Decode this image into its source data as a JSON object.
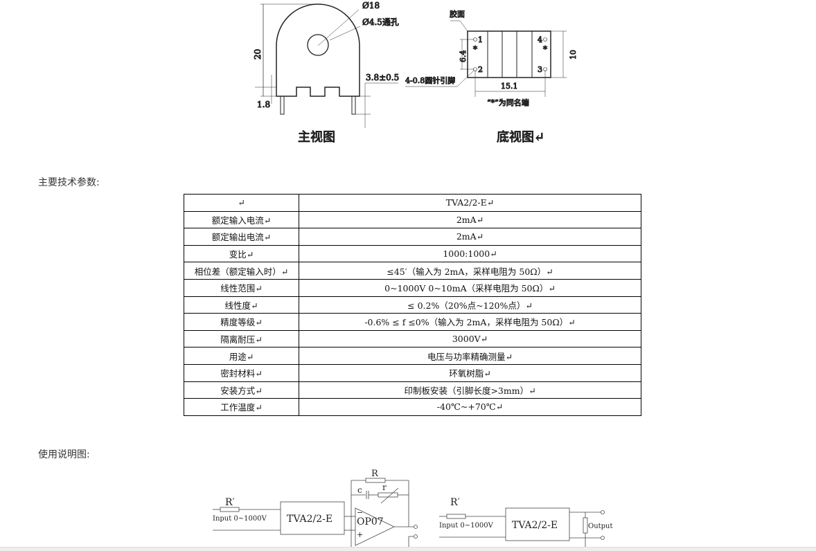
{
  "drawings": {
    "front": {
      "title": "主视图",
      "dim_height": "20",
      "dim_diameter": "Ø18",
      "dim_hole": "Ø4.5通孔",
      "dim_pin": "3.8±0.5",
      "dim_base": "1.8"
    },
    "bottom": {
      "title": "底视图↵",
      "glue_face": "胶面",
      "pins_label": "4-0.8圆针引脚",
      "dim_pitch": "6.4",
      "dim_height": "10",
      "dim_width": "15.1",
      "polarity_note": "“*”为同名端",
      "pin1": "1",
      "pin2": "2",
      "pin3": "3",
      "pin4": "4",
      "star": "*"
    }
  },
  "specs_heading": "主要技术参数:",
  "table": {
    "header": [
      "↵",
      "TVA2/2-E↵"
    ],
    "rows": [
      [
        "额定输入电流↵",
        "2mA↵"
      ],
      [
        "额定输出电流↵",
        "2mA↵"
      ],
      [
        "变比↵",
        "1000:1000↵"
      ],
      [
        "相位差（额定输入时）↵",
        "≤45′（输入为 2mA，采样电阻为 50Ω）↵"
      ],
      [
        "线性范围↵",
        "0~1000V            0~10mA（采样电阻为 50Ω）↵"
      ],
      [
        "线性度↵",
        "≤ 0.2%（20%点~120%点）↵"
      ],
      [
        "精度等级↵",
        "-0.6% ≤ f ≤0%（输入为 2mA，采样电阻为 50Ω）↵"
      ],
      [
        "隔离耐压↵",
        "3000V↵"
      ],
      [
        "用途↵",
        "电压与功率精确测量↵"
      ],
      [
        "密封材料↵",
        "环氧树脂↵"
      ],
      [
        "安装方式↵",
        "印制板安装（引脚长度>3mm）↵"
      ],
      [
        "工作温度↵",
        "-40℃~+70℃↵"
      ]
    ]
  },
  "usage_heading": "使用说明图:",
  "circuit": {
    "r_prime": "R′",
    "input": "Input 0~1000V",
    "device": "TVA2/2-E",
    "opamp": "OP07",
    "r_big": "R",
    "c": "c",
    "r_small": "r",
    "minus": "−",
    "plus": "+",
    "output": "Output"
  }
}
